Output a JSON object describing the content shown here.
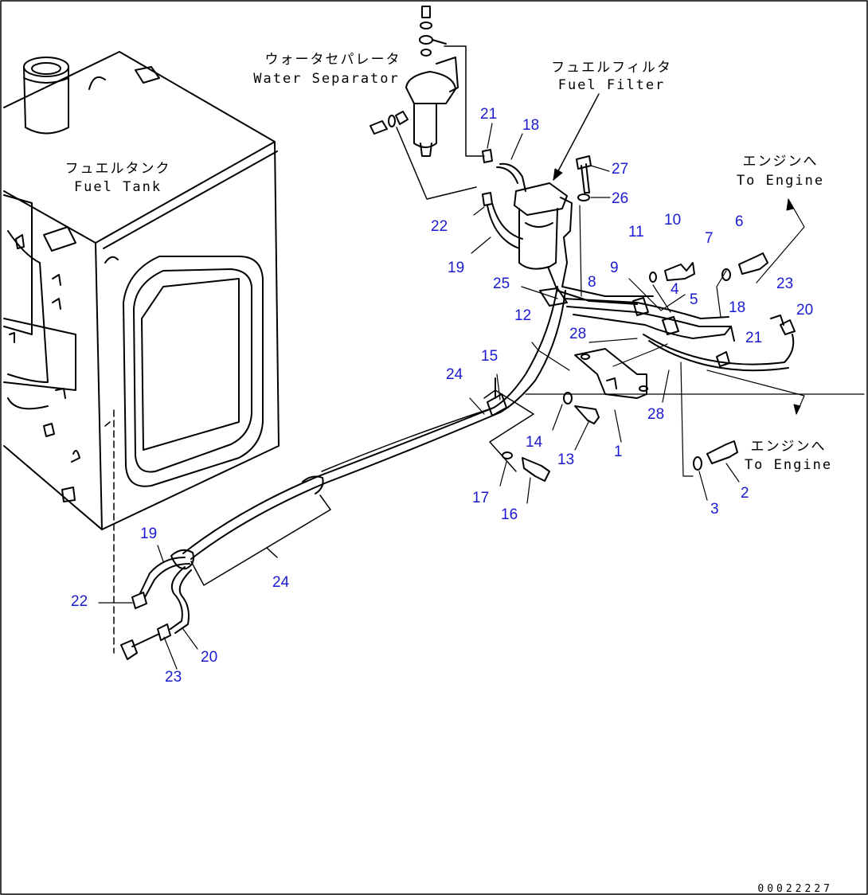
{
  "labels": {
    "water_separator_jp": "ウォータセパレータ",
    "water_separator_en": "Water Separator",
    "fuel_filter_jp": "フュエルフィルタ",
    "fuel_filter_en": "Fuel Filter",
    "fuel_tank_jp": "フュエルタンク",
    "fuel_tank_en": "Fuel Tank",
    "to_engine_top_jp": "エンジンへ",
    "to_engine_top_en": "To Engine",
    "to_engine_bottom_jp": "エンジンへ",
    "to_engine_bottom_en": "To Engine"
  },
  "part_numbers": {
    "n21a": "21",
    "n18a": "18",
    "n27": "27",
    "n26": "26",
    "n22a": "22",
    "n19a": "19",
    "n10": "10",
    "n6": "6",
    "n11": "11",
    "n7": "7",
    "n9": "9",
    "n8": "8",
    "n25": "25",
    "n4": "4",
    "n5": "5",
    "n23a": "23",
    "n20a": "20",
    "n18b": "18",
    "n21b": "21",
    "n12": "12",
    "n28a": "28",
    "n15": "15",
    "n24a": "24",
    "n14": "14",
    "n13": "13",
    "n28b": "28",
    "n1": "1",
    "n17": "17",
    "n16": "16",
    "n3": "3",
    "n2": "2",
    "n19b": "19",
    "n24b": "24",
    "n22b": "22",
    "n20b": "20",
    "n23b": "23"
  },
  "drawing_number": "00022227",
  "colors": {
    "callout": "#1a1ad0",
    "line": "#000000",
    "background": "#ffffff"
  }
}
